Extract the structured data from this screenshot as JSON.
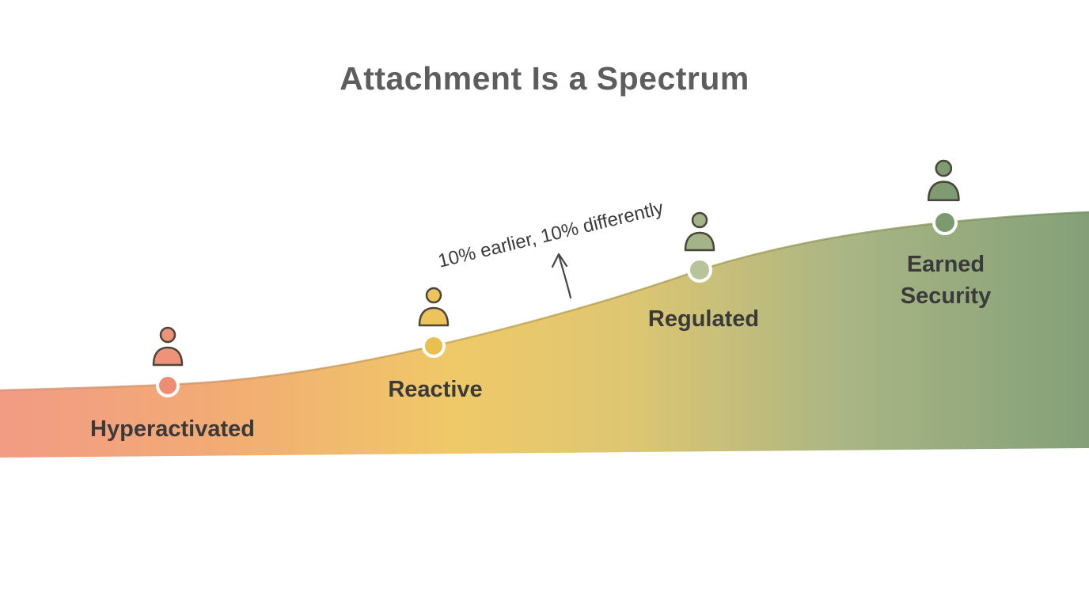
{
  "title": "Attachment Is a Spectrum",
  "annotation": {
    "text": "10% earlier, 10% differently"
  },
  "stages": [
    {
      "label": "Hyperactivated",
      "color": "#f0917a",
      "dot_color": "#ee8d72"
    },
    {
      "label": "Reactive",
      "color": "#edc35c",
      "dot_color": "#e9bf4f"
    },
    {
      "label": "Regulated",
      "color": "#a3b489",
      "dot_color": "#b7c49b"
    },
    {
      "label": "Earned Security",
      "color": "#7f9b72",
      "dot_color": "#7b9a6d"
    }
  ],
  "spectrum": {
    "gradient_0": "#f29b85",
    "gradient_1": "#f2ab74",
    "gradient_2": "#efc968",
    "gradient_3": "#ddc672",
    "gradient_4": "#a9b584",
    "gradient_5": "#84a078",
    "edge_0": "#d4876e",
    "edge_1": "#b89a3f",
    "edge_2": "#6c8a5c"
  },
  "colors": {
    "title_text": "#5d5d5d",
    "label_text": "#3a3a3a",
    "icon_outline": "#4b463a",
    "dot_ring": "#ffffff",
    "background": "#ffffff"
  },
  "icons": {
    "person": "person-icon",
    "arrow": "up-arrow-icon"
  }
}
